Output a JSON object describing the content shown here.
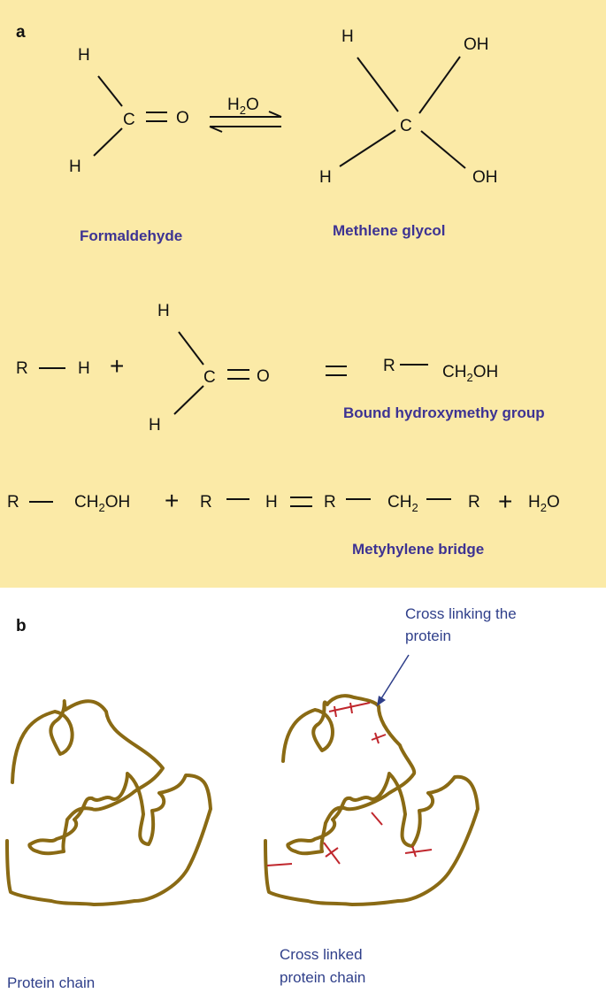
{
  "panel_a": {
    "letter": "a",
    "formaldehyde": {
      "h_top": "H",
      "h_bottom": "H",
      "c": "C",
      "o": "O",
      "name": "Formaldehyde"
    },
    "water_label": {
      "h": "H",
      "sub": "2",
      "o": "O"
    },
    "methylene_glycol": {
      "h_top": "H",
      "h_bottom": "H",
      "c": "C",
      "oh_top": "OH",
      "oh_bottom": "OH",
      "name": "Methlene glycol"
    },
    "reaction2": {
      "r": "R",
      "h": "H",
      "plus": "+",
      "h_top": "H",
      "h_bottom": "H",
      "c": "C",
      "o": "O",
      "equals": "=",
      "r2": "R",
      "ch2oh_c": "CH",
      "ch2oh_sub": "2",
      "ch2oh_oh": "OH",
      "name": "Bound hydroxymethy group"
    },
    "reaction3": {
      "r1": "R",
      "ch2oh_c": "CH",
      "ch2oh_sub": "2",
      "ch2oh_oh": "OH",
      "plus1": "+",
      "r2": "R",
      "h": "H",
      "equals": "=",
      "r3": "R",
      "ch2_c": "CH",
      "ch2_sub": "2",
      "r4": "R",
      "plus2": "+",
      "h2o_h": "H",
      "h2o_sub": "2",
      "h2o_o": "O",
      "name": "Metyhylene bridge"
    }
  },
  "panel_b": {
    "letter": "b",
    "callout": {
      "line1": "Cross linking the",
      "line2": "protein"
    },
    "left_caption": "Protein chain",
    "right_caption": {
      "line1": "Cross linked",
      "line2": "protein chain"
    }
  },
  "colors": {
    "panel_a_bg": "#fbeaa7",
    "label_purple": "#3d3393",
    "chain_brown": "#8a6a14",
    "crosslink_red": "#c0272d",
    "note_blue": "#2f3f8a"
  }
}
